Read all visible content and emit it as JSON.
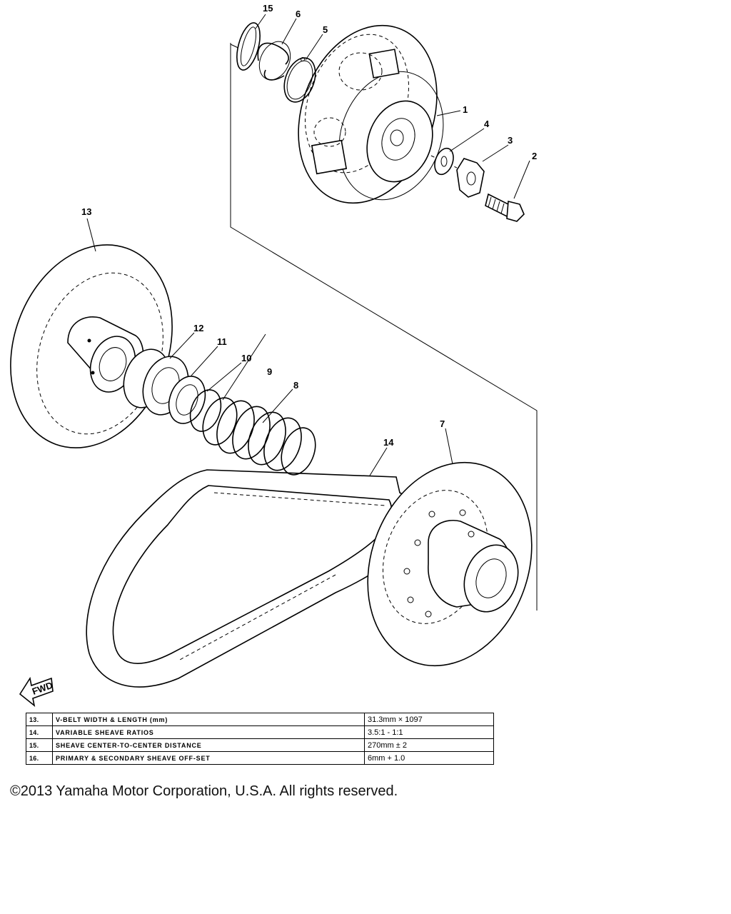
{
  "callouts": {
    "c15": "15",
    "c6": "6",
    "c5": "5",
    "c1": "1",
    "c4": "4",
    "c3": "3",
    "c2": "2",
    "c13": "13",
    "c12": "12",
    "c11": "11",
    "c10": "10",
    "c9": "9",
    "c8": "8",
    "c14": "14",
    "c7": "7"
  },
  "fwd_label": "FWD",
  "spec_table": [
    {
      "num": "13.",
      "desc": "V-BELT WIDTH & LENGTH (mm)",
      "value": "31.3mm × 1097"
    },
    {
      "num": "14.",
      "desc": "VARIABLE SHEAVE RATIOS",
      "value": "3.5:1 - 1:1"
    },
    {
      "num": "15.",
      "desc": "SHEAVE CENTER-TO-CENTER DISTANCE",
      "value": "270mm ± 2"
    },
    {
      "num": "16.",
      "desc": "PRIMARY & SECONDARY SHEAVE OFF-SET",
      "value": "6mm + 1.0"
    }
  ],
  "copyright": "©2013 Yamaha Motor Corporation, U.S.A. All rights reserved."
}
